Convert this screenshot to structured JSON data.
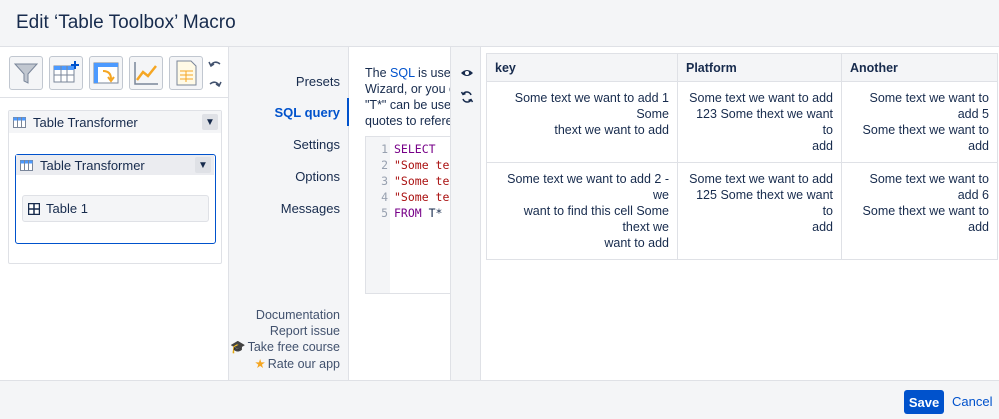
{
  "dialog": {
    "title": "Edit ‘Table Toolbox’ Macro"
  },
  "toolbar": {
    "tools": [
      {
        "name": "filter-icon"
      },
      {
        "name": "table-add-icon"
      },
      {
        "name": "table-pivot-icon"
      },
      {
        "name": "line-chart-icon"
      },
      {
        "name": "spreadsheet-icon"
      }
    ],
    "undo": "undo-icon",
    "redo": "redo-icon"
  },
  "tree": {
    "root_label": "Table Transformer",
    "child_label": "Table Transformer",
    "table_label": "Table 1"
  },
  "nav": {
    "items": [
      "Presets",
      "SQL query",
      "Settings",
      "Options",
      "Messages"
    ],
    "active": "SQL query",
    "links": {
      "documentation": "Documentation",
      "report_issue": "Report issue",
      "free_course": "Take free course",
      "rate_app": "Rate our app"
    }
  },
  "sql": {
    "desc_prefix": "The ",
    "desc_link": "SQL",
    "desc_rest_1": " is used t",
    "desc_line2": "Wizard, or you ca",
    "desc_line3": "\"T*\" can be used",
    "desc_line4": "quotes to referen",
    "lines": [
      {
        "num": "1",
        "text": "SELECT",
        "kind": "kw"
      },
      {
        "num": "2",
        "text": "\"Some tex",
        "kind": "str"
      },
      {
        "num": "3",
        "text": "\"Some tex",
        "kind": "str"
      },
      {
        "num": "4",
        "text": "\"Some tex",
        "kind": "str"
      },
      {
        "num": "5",
        "text": "FROM T*",
        "kind": "from"
      }
    ]
  },
  "side": {
    "preview": "eye-icon",
    "refresh": "refresh-icon"
  },
  "preview_table": {
    "headers": [
      "key",
      "Platform",
      "Another"
    ],
    "rows": [
      {
        "key_l1": "Some text we want to add 1 Some",
        "key_l2": "thext we want to add",
        "platform_l1": "Some text we want to add",
        "platform_l2": "123 Some thext we want to",
        "platform_l3": "add",
        "another_l1": "Some text we want to add 5",
        "another_l2": "Some thext we want to add"
      },
      {
        "key_l1": "Some text we want to add 2 - we",
        "key_l2": "want to find this cell Some thext we",
        "key_l3": "want to add",
        "platform_l1": "Some text we want to add",
        "platform_l2": "125 Some thext we want to",
        "platform_l3": "add",
        "another_l1": "Some text we want to add 6",
        "another_l2": "Some thext we want to add"
      }
    ]
  },
  "footer": {
    "save": "Save",
    "cancel": "Cancel"
  },
  "colors": {
    "primary": "#0052cc",
    "panel": "#f4f5f7",
    "border": "#dfe1e6"
  }
}
